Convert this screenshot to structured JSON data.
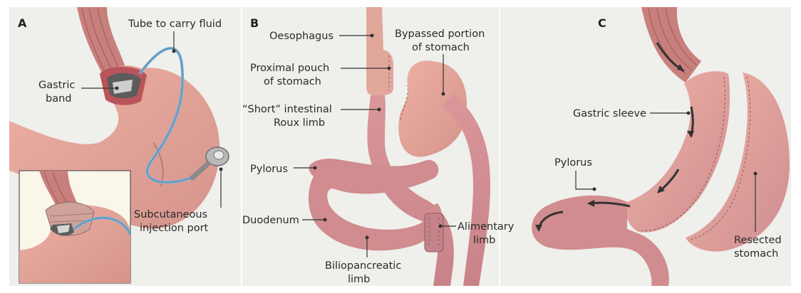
{
  "colors": {
    "panel_bg": "#efefec",
    "tissue": "#e6a398",
    "tissue_dark": "#c98a80",
    "esophagus": "#c8807c",
    "band_dark": "#6b6b6b",
    "tube_blue": "#7fb2d6",
    "inset_bg": "#fbf6ea",
    "port_grey": "#b9b9b9"
  },
  "panels": {
    "a": {
      "letter": "A",
      "labels": {
        "tube": "Tube to carry fluid",
        "band_line1": "Gastric",
        "band_line2": "band",
        "port_line1": "Subcutaneous",
        "port_line2": "injection port"
      }
    },
    "b": {
      "letter": "B",
      "labels": {
        "oesophagus": "Oesophagus",
        "bypassed_line1": "Bypassed portion",
        "bypassed_line2": "of stomach",
        "pouch_line1": "Proximal pouch",
        "pouch_line2": "of stomach",
        "roux_line1": "“Short” intestinal",
        "roux_line2": "Roux limb",
        "pylorus": "Pylorus",
        "duodenum": "Duodenum",
        "alimentary_line1": "Alimentary",
        "alimentary_line2": "limb",
        "bilio_line1": "Biliopancreatic",
        "bilio_line2": "limb"
      }
    },
    "c": {
      "letter": "C",
      "labels": {
        "sleeve": "Gastric sleeve",
        "pylorus": "Pylorus",
        "resected_line1": "Resected",
        "resected_line2": "stomach"
      }
    }
  }
}
